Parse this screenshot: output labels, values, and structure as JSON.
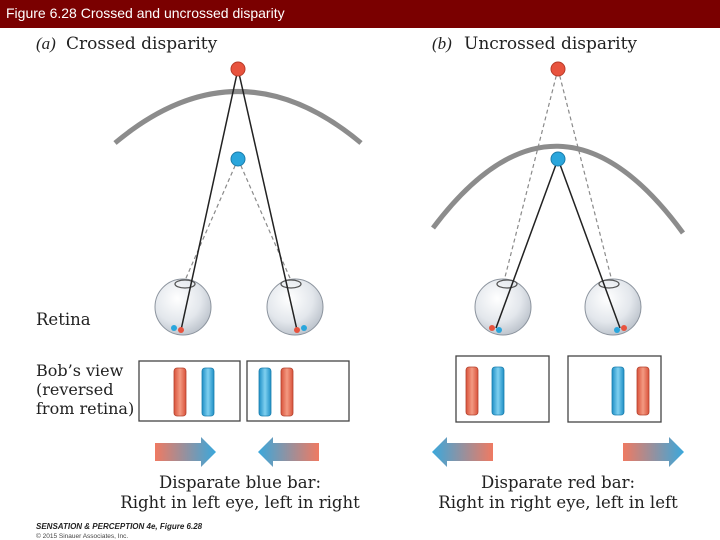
{
  "header": {
    "title": "Figure 6.28  Crossed and uncrossed disparity"
  },
  "panel_a": {
    "letter": "(a)",
    "title": "Crossed disparity",
    "caption_line1": "Disparate blue bar:",
    "caption_line2": "Right in left eye, left in right"
  },
  "panel_b": {
    "letter": "(b)",
    "title": "Uncrossed disparity",
    "caption_line1": "Disparate red bar:",
    "caption_line2": "Right in right eye, left in left"
  },
  "labels": {
    "retina": "Retina",
    "bobs_view_1": "Bob’s view",
    "bobs_view_2": "(reversed",
    "bobs_view_3": "from retina)"
  },
  "footer": {
    "book": "SENSATION & PERCEPTION 4e, Figure 6.28",
    "copyright": "© 2015 Sinauer Associates, Inc."
  },
  "colors": {
    "header_bg": "#7a0000",
    "red": "#e8533e",
    "blue": "#2aa6dc",
    "arc": "#8c8c8c",
    "eye": "#dfe3e8"
  }
}
